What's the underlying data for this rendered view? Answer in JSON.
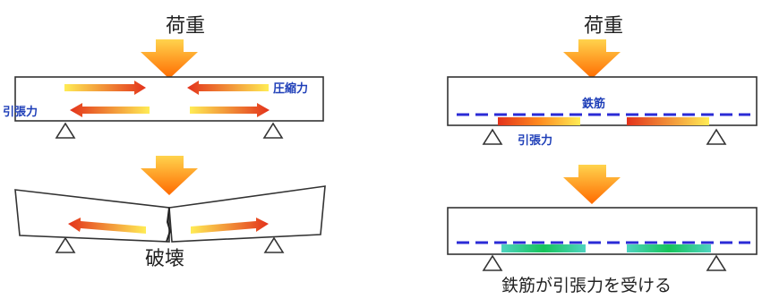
{
  "left_panel": {
    "load_label": "荷重",
    "compression_label": "圧縮力",
    "tension_label": "引張力",
    "failure_label": "破壊"
  },
  "right_panel": {
    "load_label": "荷重",
    "rebar_label": "鉄筋",
    "tension_label": "引張力",
    "caption": "鉄筋が引張力を受ける"
  },
  "colors": {
    "beam_stroke": "#333333",
    "load_arrow_top": "#ffcc33",
    "load_arrow_bottom": "#ff6600",
    "force_gradient_light": "#ffe84d",
    "force_gradient_dark": "#e8301a",
    "rebar": "#2b2bd6",
    "rebar_green": "#1fc46a",
    "label_blue": "#1f3fb8"
  }
}
